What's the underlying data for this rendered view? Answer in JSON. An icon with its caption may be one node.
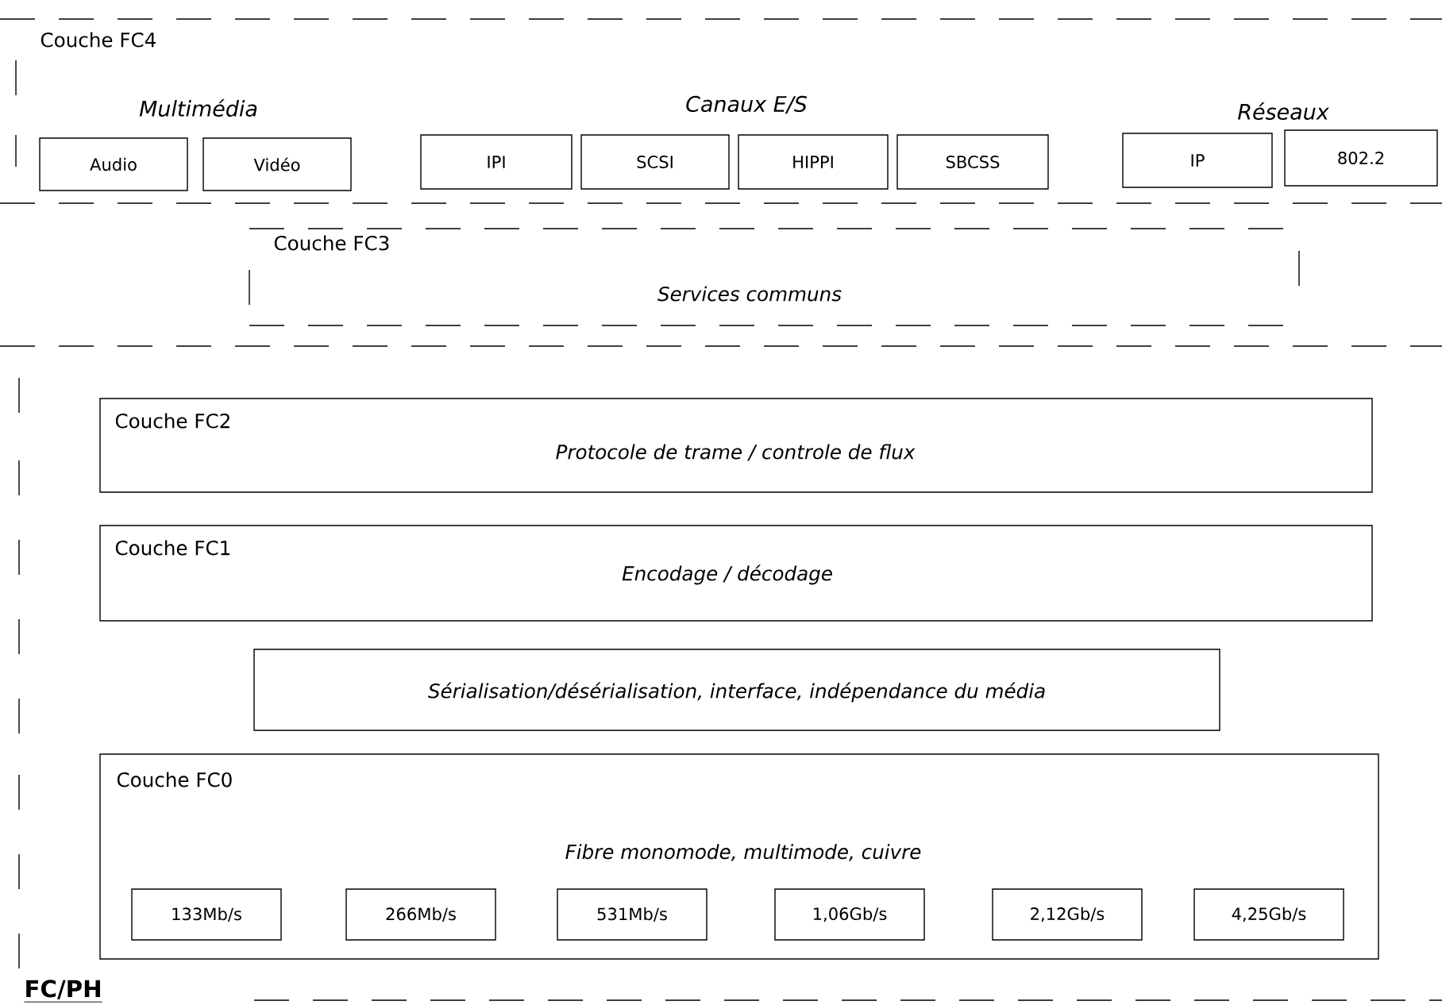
{
  "diagram": {
    "nodes": [
      {
        "text": [
          "Couche FC4"
        ]
      },
      {
        "text": [
          "Audio"
        ],
        "in": 0
      },
      {
        "text": [
          "Vidéo"
        ],
        "in": 0
      },
      {
        "text": [
          "IPI"
        ],
        "in": 0
      },
      {
        "text": [
          "SCSI"
        ],
        "in": 0
      },
      {
        "text": [
          "HIPPI"
        ],
        "in": 0
      },
      {
        "text": [
          "SBCSS"
        ],
        "in": 0
      },
      {
        "text": [
          "IP"
        ],
        "in": 0
      },
      {
        "text": [
          "802.2"
        ],
        "in": 0
      },
      {
        "text": [
          "Couche FC3",
          "Services communs"
        ]
      },
      {
        "text": [
          "FC/PH"
        ]
      },
      {
        "text": [
          "Couche FC2",
          "Protocole de trame / controle de flux"
        ],
        "in": 10
      },
      {
        "text": [
          "Couche FC1",
          "Encodage / décodage"
        ],
        "in": 10
      },
      {
        "text": [
          "Sérialisation/désérialisation, interface, indépendance du média"
        ],
        "in": 10
      },
      {
        "text": [
          "Couche FC0",
          "Fibre monomode, multimode, cuivre"
        ],
        "in": 10
      },
      {
        "text": [
          "133Mb/s"
        ],
        "in": 14
      },
      {
        "text": [
          "266Mb/s"
        ],
        "in": 14
      },
      {
        "text": [
          "531Mb/s"
        ],
        "in": 14
      },
      {
        "text": [
          "1,06Gb/s"
        ],
        "in": 14
      },
      {
        "text": [
          "2,12Gb/s"
        ],
        "in": 14
      },
      {
        "text": [
          "4,25Gb/s"
        ],
        "in": 14
      }
    ],
    "labels": [
      "Multimédia",
      "Canaux E/S",
      "Réseaux"
    ]
  }
}
